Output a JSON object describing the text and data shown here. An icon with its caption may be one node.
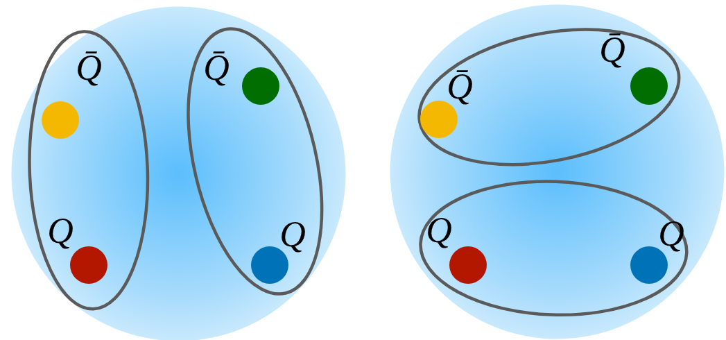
{
  "diagram": {
    "nodes": [
      {
        "text": [],
        "shape": "circle"
      },
      {
        "text": [],
        "shape": "ellipse",
        "in": 0
      },
      {
        "text": [],
        "shape": "circle",
        "in": 1,
        "beside": [
          "Q̄"
        ]
      },
      {
        "text": [],
        "shape": "circle",
        "in": 1,
        "beside": [
          "Q"
        ]
      },
      {
        "text": [],
        "shape": "ellipse",
        "in": 0
      },
      {
        "text": [],
        "shape": "circle",
        "in": 4,
        "beside": [
          "Q̄"
        ]
      },
      {
        "text": [],
        "shape": "circle",
        "in": 4,
        "beside": [
          "Q"
        ]
      },
      {
        "text": [],
        "shape": "circle"
      },
      {
        "text": [],
        "shape": "ellipse",
        "in": 7
      },
      {
        "text": [],
        "shape": "circle",
        "in": 8,
        "beside": [
          "Q̄"
        ]
      },
      {
        "text": [],
        "shape": "circle",
        "in": 8,
        "beside": [
          "Q̄"
        ]
      },
      {
        "text": [],
        "shape": "ellipse",
        "in": 7
      },
      {
        "text": [],
        "shape": "circle",
        "in": 11,
        "beside": [
          "Q"
        ]
      },
      {
        "text": [],
        "shape": "circle",
        "in": 11,
        "beside": [
          "Q"
        ]
      }
    ]
  }
}
